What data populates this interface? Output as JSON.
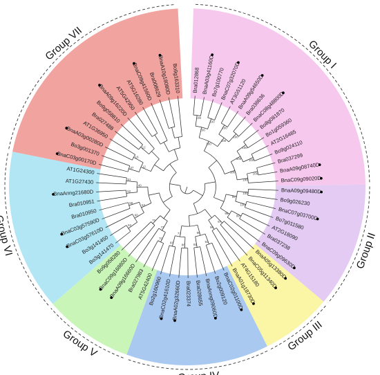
{
  "groups": [
    {
      "id": "group-i",
      "label": "Group I",
      "color": "#f7c8ee"
    },
    {
      "id": "group-ii",
      "label": "Group II",
      "color": "#e3cbf4"
    },
    {
      "id": "group-iii",
      "label": "Group III",
      "color": "#fbf5a6"
    },
    {
      "id": "group-iv",
      "label": "Group IV",
      "color": "#a9c9f1"
    },
    {
      "id": "group-v",
      "label": "Group V",
      "color": "#c9f5b9"
    },
    {
      "id": "group-vi",
      "label": "Group VI",
      "color": "#b3e6f4"
    },
    {
      "id": "group-vii",
      "label": "Group VII",
      "color": "#f1a3a0"
    }
  ],
  "leaves": [
    {
      "label": "Bra012868",
      "marked": false,
      "group": "group-i"
    },
    {
      "label": "BnaA03g41160D",
      "marked": true,
      "group": "group-i"
    },
    {
      "label": "Bo7g100770",
      "marked": false,
      "group": "group-i"
    },
    {
      "label": "BnaC07g32070D",
      "marked": true,
      "group": "group-i"
    },
    {
      "label": "AT3G51120",
      "marked": false,
      "group": "group-i"
    },
    {
      "label": "BnaA09g54650D",
      "marked": true,
      "group": "group-i"
    },
    {
      "label": "Bra038636",
      "marked": false,
      "group": "group-i"
    },
    {
      "label": "BnaC08g48800D",
      "marked": true,
      "group": "group-i"
    },
    {
      "label": "Bo8g081870",
      "marked": false,
      "group": "group-i"
    },
    {
      "label": "Bo1g059360",
      "marked": false,
      "group": "group-i"
    },
    {
      "label": "AT2G16485",
      "marked": false,
      "group": "group-i"
    },
    {
      "label": "Bo9g024110",
      "marked": false,
      "group": "group-i"
    },
    {
      "label": "Bra037299",
      "marked": false,
      "group": "group-i"
    },
    {
      "label": "BnaA09g08740D",
      "marked": true,
      "group": "group-i"
    },
    {
      "label": "BnaC09g09020D",
      "marked": true,
      "group": "group-i"
    },
    {
      "label": "BnaA09g09480D",
      "marked": true,
      "group": "group-ii"
    },
    {
      "label": "Bo9g026230",
      "marked": false,
      "group": "group-ii"
    },
    {
      "label": "BnaC07g03700D",
      "marked": true,
      "group": "group-ii"
    },
    {
      "label": "Bo7g011580",
      "marked": false,
      "group": "group-ii"
    },
    {
      "label": "AT2G18090",
      "marked": false,
      "group": "group-ii"
    },
    {
      "label": "Bra037238",
      "marked": false,
      "group": "group-ii"
    },
    {
      "label": "BnaC09g09630D",
      "marked": true,
      "group": "group-ii"
    },
    {
      "label": "BnaA05g13380D",
      "marked": true,
      "group": "group-iii"
    },
    {
      "label": "BnaC05g11340D",
      "marked": true,
      "group": "group-iii"
    },
    {
      "label": "AT4G15180",
      "marked": false,
      "group": "group-iii"
    },
    {
      "label": "BnaA01g18730D",
      "marked": true,
      "group": "group-iii"
    },
    {
      "label": "BnaC02g01100D",
      "marked": true,
      "group": "group-iv"
    },
    {
      "label": "Bo2g009120",
      "marked": false,
      "group": "group-iv"
    },
    {
      "label": "BnaAnng09060D",
      "marked": true,
      "group": "group-iv"
    },
    {
      "label": "Bra028655",
      "marked": false,
      "group": "group-iv"
    },
    {
      "label": "Bra023374",
      "marked": false,
      "group": "group-iv"
    },
    {
      "label": "BnaA02g32660D",
      "marked": true,
      "group": "group-iv"
    },
    {
      "label": "BnaC02g41610D",
      "marked": true,
      "group": "group-iv"
    },
    {
      "label": "Bo2g160960",
      "marked": false,
      "group": "group-iv"
    },
    {
      "label": "AT5G42400",
      "marked": false,
      "group": "group-v"
    },
    {
      "label": "Bra027983",
      "marked": false,
      "group": "group-v"
    },
    {
      "label": "BnaA09g16660D",
      "marked": true,
      "group": "group-v"
    },
    {
      "label": "BnaC09g16860D",
      "marked": true,
      "group": "group-v"
    },
    {
      "label": "Bo9g058280",
      "marked": false,
      "group": "group-v"
    },
    {
      "label": "Bo3g141470",
      "marked": false,
      "group": "group-vi"
    },
    {
      "label": "Bo3g141450",
      "marked": false,
      "group": "group-vi"
    },
    {
      "label": "BnaC03g57610D",
      "marked": true,
      "group": "group-vi"
    },
    {
      "label": "BnaC03g57590D",
      "marked": true,
      "group": "group-vi"
    },
    {
      "label": "Bra010950",
      "marked": false,
      "group": "group-vi"
    },
    {
      "label": "Bra010951",
      "marked": false,
      "group": "group-vi"
    },
    {
      "label": "BnaAnng21680D",
      "marked": true,
      "group": "group-vi"
    },
    {
      "label": "AT1G27430",
      "marked": false,
      "group": "group-vi"
    },
    {
      "label": "AT1G24300",
      "marked": false,
      "group": "group-vi"
    },
    {
      "label": "BnaC03g00170D",
      "marked": true,
      "group": "group-vii"
    },
    {
      "label": "Bo3g001370",
      "marked": false,
      "group": "group-vii"
    },
    {
      "label": "BnaA03g00280D",
      "marked": true,
      "group": "group-vii"
    },
    {
      "label": "AT1G36950",
      "marked": false,
      "group": "group-vii"
    },
    {
      "label": "Bra027488",
      "marked": false,
      "group": "group-vii"
    },
    {
      "label": "Bo9g058810",
      "marked": false,
      "group": "group-vii"
    },
    {
      "label": "BnaA09g16220D",
      "marked": true,
      "group": "group-vii"
    },
    {
      "label": "AT5G42950",
      "marked": false,
      "group": "group-vii"
    },
    {
      "label": "AT5G16280",
      "marked": false,
      "group": "group-vii"
    },
    {
      "label": "BnaC09g41560D",
      "marked": true,
      "group": "group-vii"
    },
    {
      "label": "Bra008629",
      "marked": false,
      "group": "group-vii"
    },
    {
      "label": "BnaA10g18080D",
      "marked": true,
      "group": "group-vii"
    },
    {
      "label": "Bo9g163310",
      "marked": false,
      "group": "group-vii"
    }
  ],
  "bootstrap": [
    "100",
    "100",
    "100",
    "100",
    "100",
    "100",
    "100",
    "100",
    "100",
    "100",
    "100",
    "100",
    "100",
    "100",
    "100",
    "99",
    "99",
    "98",
    "97",
    "96",
    "93",
    "91",
    "90",
    "86",
    "83",
    "77",
    "75",
    "73",
    "70",
    "62",
    "60",
    "58",
    "53",
    "52",
    "51",
    "40",
    "37",
    "16",
    "12",
    "12"
  ]
}
